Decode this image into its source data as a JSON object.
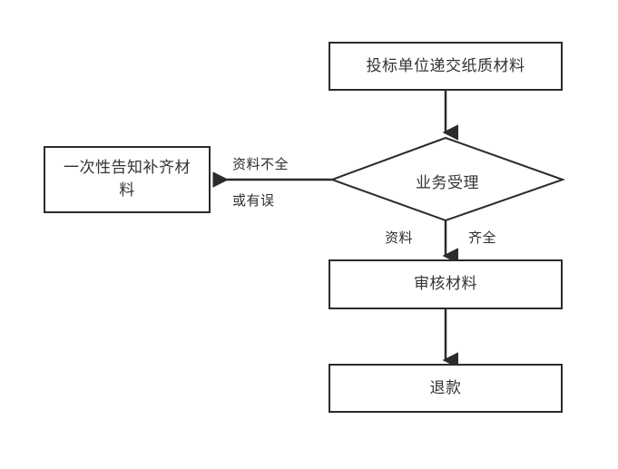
{
  "diagram": {
    "type": "flowchart",
    "orientation": "top-down",
    "background_color": "#ffffff",
    "stroke_color": "#2b2b2b",
    "text_color": "#333333",
    "nodes": [
      {
        "id": "submit",
        "shape": "rectangle",
        "label": "投标单位递交纸质材料"
      },
      {
        "id": "accept",
        "shape": "diamond",
        "label": "业务受理"
      },
      {
        "id": "notify",
        "shape": "rectangle",
        "label": "一次性告知补齐材\n料"
      },
      {
        "id": "review",
        "shape": "rectangle",
        "label": "审核材料"
      },
      {
        "id": "refund",
        "shape": "rectangle",
        "label": "退款"
      }
    ],
    "edges": [
      {
        "id": "submit-to-accept",
        "from": "submit",
        "to": "accept",
        "label": ""
      },
      {
        "id": "accept-to-notify",
        "from": "accept",
        "to": "notify",
        "label_top": "资料不全",
        "label_bottom": "或有误"
      },
      {
        "id": "accept-to-review",
        "from": "accept",
        "to": "review",
        "label_left": "资料",
        "label_right": "齐全"
      },
      {
        "id": "review-to-refund",
        "from": "review",
        "to": "refund",
        "label": ""
      }
    ]
  }
}
